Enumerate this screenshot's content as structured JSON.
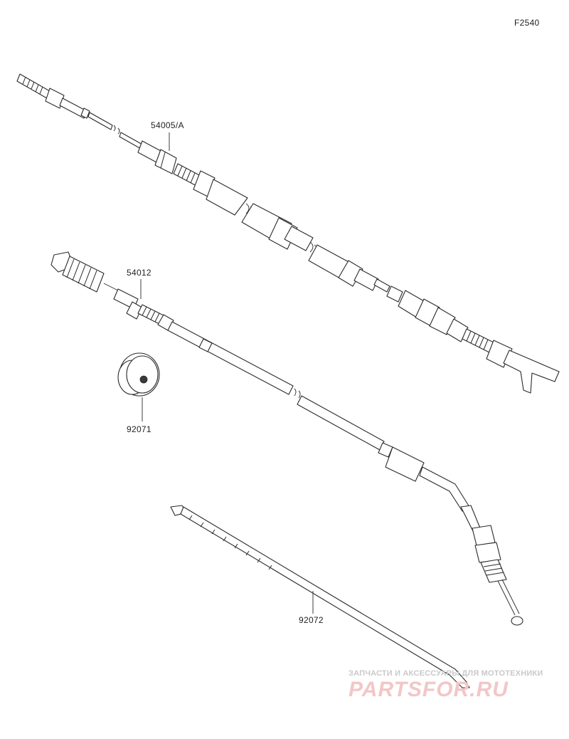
{
  "diagram_code": "F2540",
  "parts": [
    {
      "number": "54005/A"
    },
    {
      "number": "54012"
    },
    {
      "number": "92071"
    },
    {
      "number": "92072"
    }
  ],
  "watermark": {
    "tagline": "ЗАПЧАСТИ И АКСЕССУАРЫ ДЛЯ МОТОТЕХНИКИ",
    "logo": "PARTSFOR.RU"
  },
  "colors": {
    "line": "#2a2a2a",
    "background": "#ffffff",
    "watermark_text": "#c9c9c9",
    "watermark_logo": "#f2c7c7"
  }
}
